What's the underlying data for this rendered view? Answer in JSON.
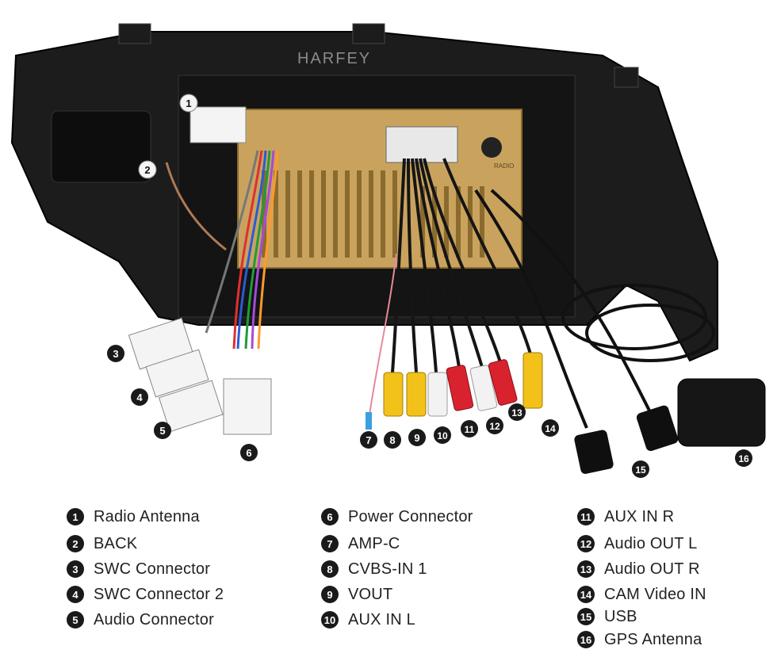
{
  "brand": {
    "watermark": "HARFEY"
  },
  "device": {
    "panel_text": "RADIO"
  },
  "callouts": [
    "1",
    "2",
    "3",
    "4",
    "5",
    "6",
    "7",
    "8",
    "9",
    "10",
    "11",
    "12",
    "13",
    "14",
    "15",
    "16"
  ],
  "legend": {
    "col1": [
      {
        "num": "1",
        "label": "Radio Antenna"
      },
      {
        "num": "2",
        "label": "BACK"
      },
      {
        "num": "3",
        "label": "SWC Connector"
      },
      {
        "num": "4",
        "label": "SWC Connector 2"
      },
      {
        "num": "5",
        "label": "Audio Connector"
      }
    ],
    "col2": [
      {
        "num": "6",
        "label": "Power Connector"
      },
      {
        "num": "7",
        "label": "AMP-C"
      },
      {
        "num": "8",
        "label": "CVBS-IN 1"
      },
      {
        "num": "9",
        "label": "VOUT"
      },
      {
        "num": "10",
        "label": "AUX IN L"
      }
    ],
    "col3": [
      {
        "num": "11",
        "label": "AUX IN R"
      },
      {
        "num": "12",
        "label": "Audio OUT L"
      },
      {
        "num": "13",
        "label": "Audio OUT R"
      },
      {
        "num": "14",
        "label": "CAM Video IN"
      },
      {
        "num": "15",
        "label": "USB"
      },
      {
        "num": "16",
        "label": "GPS Antenna"
      }
    ]
  },
  "colors": {
    "frame": "#1c1c1c",
    "chassis": "#c9a35e",
    "rca_yellow": "#f2c21a",
    "rca_red": "#d8232f",
    "rca_white": "#f2f2f2"
  }
}
